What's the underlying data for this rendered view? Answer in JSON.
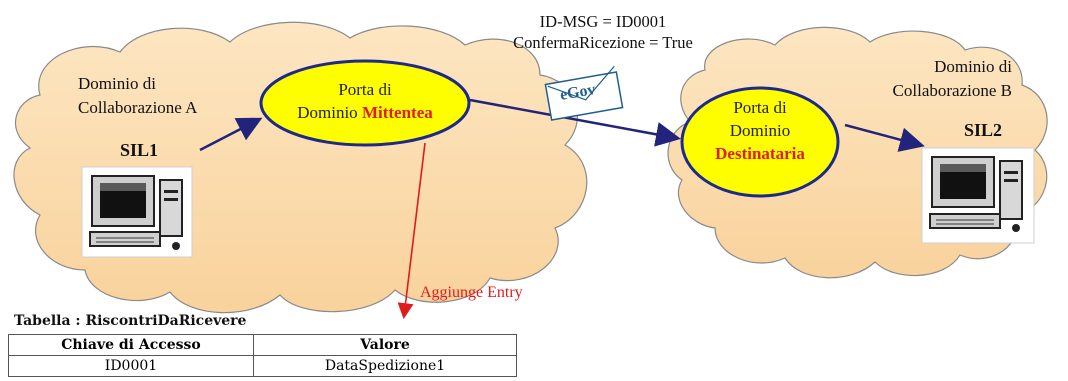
{
  "clouds": {
    "a": {
      "label_line1": "Dominio di",
      "label_line2": "Collaborazione A"
    },
    "b": {
      "label_line1": "Dominio di",
      "label_line2": "Collaborazione B"
    }
  },
  "gateways": {
    "sender": {
      "line1": "Porta di",
      "line2_prefix": "Dominio ",
      "role": "Mittentea"
    },
    "receiver": {
      "line1": "Porta di",
      "line2": "Dominio",
      "role": "Destinataria"
    }
  },
  "systems": {
    "sil1": "SIL1",
    "sil2": "SIL2"
  },
  "message": {
    "line1": "ID-MSG = ID0001",
    "line2": "ConfermaRicezione = True",
    "envelope_label": "eGov"
  },
  "annotation": "Aggiunge Entry",
  "table": {
    "title": "Tabella : RiscontriDaRicevere",
    "headers": [
      "Chiave di Accesso",
      "Valore"
    ],
    "rows": [
      [
        "ID0001",
        "DataSpedizione1"
      ]
    ]
  },
  "colors": {
    "cloud_fill": "#fde0b2",
    "cloud_stroke": "#8a8a8a",
    "ellipse_fill": "#fffe00",
    "ellipse_stroke": "#1e2a8a",
    "arrow_blue": "#22237a",
    "arrow_red": "#e01b1b",
    "highlight_red": "#e01b1b"
  }
}
